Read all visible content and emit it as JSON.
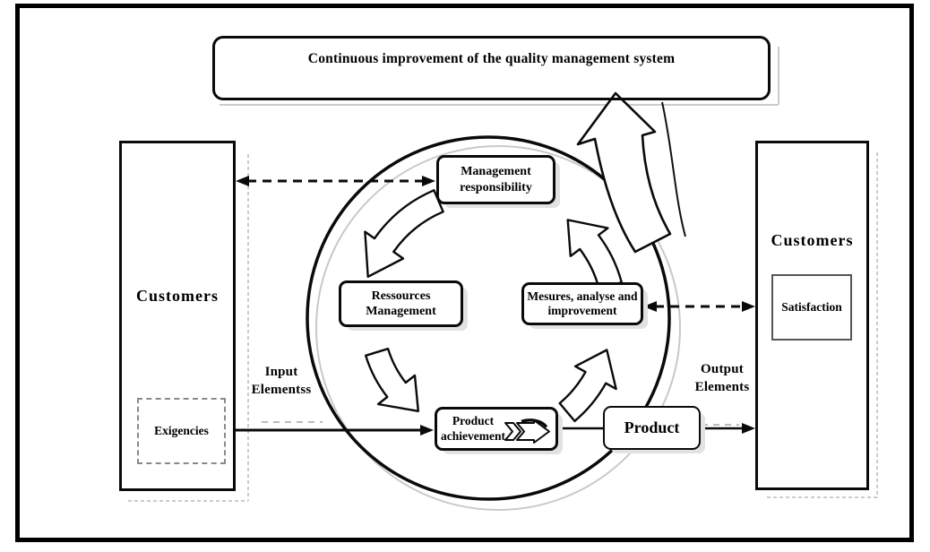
{
  "banner": {
    "text": "Continuous improvement of the quality management system"
  },
  "customers_left": {
    "title": "Customers",
    "inner": "Exigencies"
  },
  "customers_right": {
    "title": "Customers",
    "inner": "Satisfaction"
  },
  "cycle": {
    "management": "Management responsibility",
    "resources": "Ressources Management",
    "measures": "Mesures, analyse and improvement",
    "achievement": "Product achievement"
  },
  "product": {
    "label": "Product"
  },
  "flow": {
    "input_label": "Input Elementss",
    "output_label": "Output Elements"
  },
  "icons": {
    "cycle_arrow": "curved-outline-block-arrow",
    "improvement_arrow": "large-curved-up-block-arrow",
    "achievement_chevron": "double-chevron-right-arrow"
  },
  "colors": {
    "ink": "#000000",
    "background": "#ffffff",
    "shadow_gray": "#cccccc",
    "node_shadow": "#e2e2e2"
  }
}
